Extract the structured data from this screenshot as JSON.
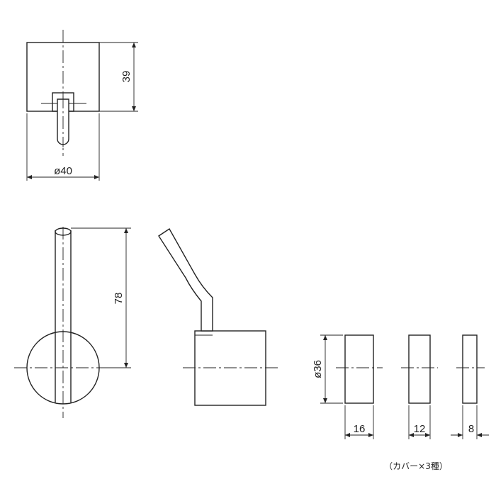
{
  "dimensions": {
    "top_height": "39",
    "top_diameter": "ø40",
    "lever_length": "78",
    "cover_diameter": "ø36",
    "cover_thick_a": "16",
    "cover_thick_b": "12",
    "cover_thick_c": "8"
  },
  "note": "（カバー×3種）"
}
